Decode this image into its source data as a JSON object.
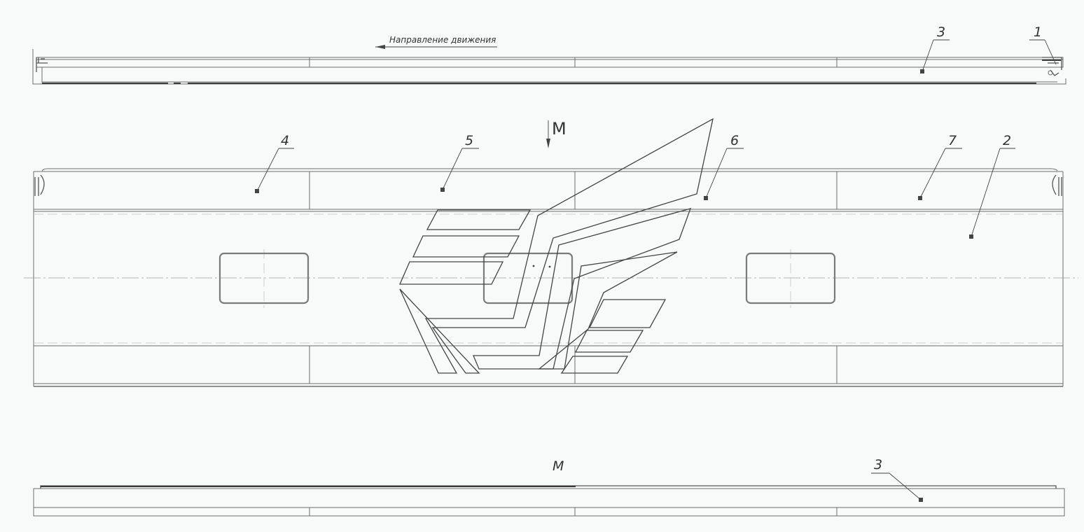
{
  "direction_label": "Направление движения",
  "view_letter": "М",
  "section_title": "М",
  "callouts": {
    "top_3": "3",
    "top_1": "1",
    "main_4": "4",
    "main_5": "5",
    "main_6": "6",
    "main_7": "7",
    "main_2": "2",
    "bottom_3": "3"
  }
}
